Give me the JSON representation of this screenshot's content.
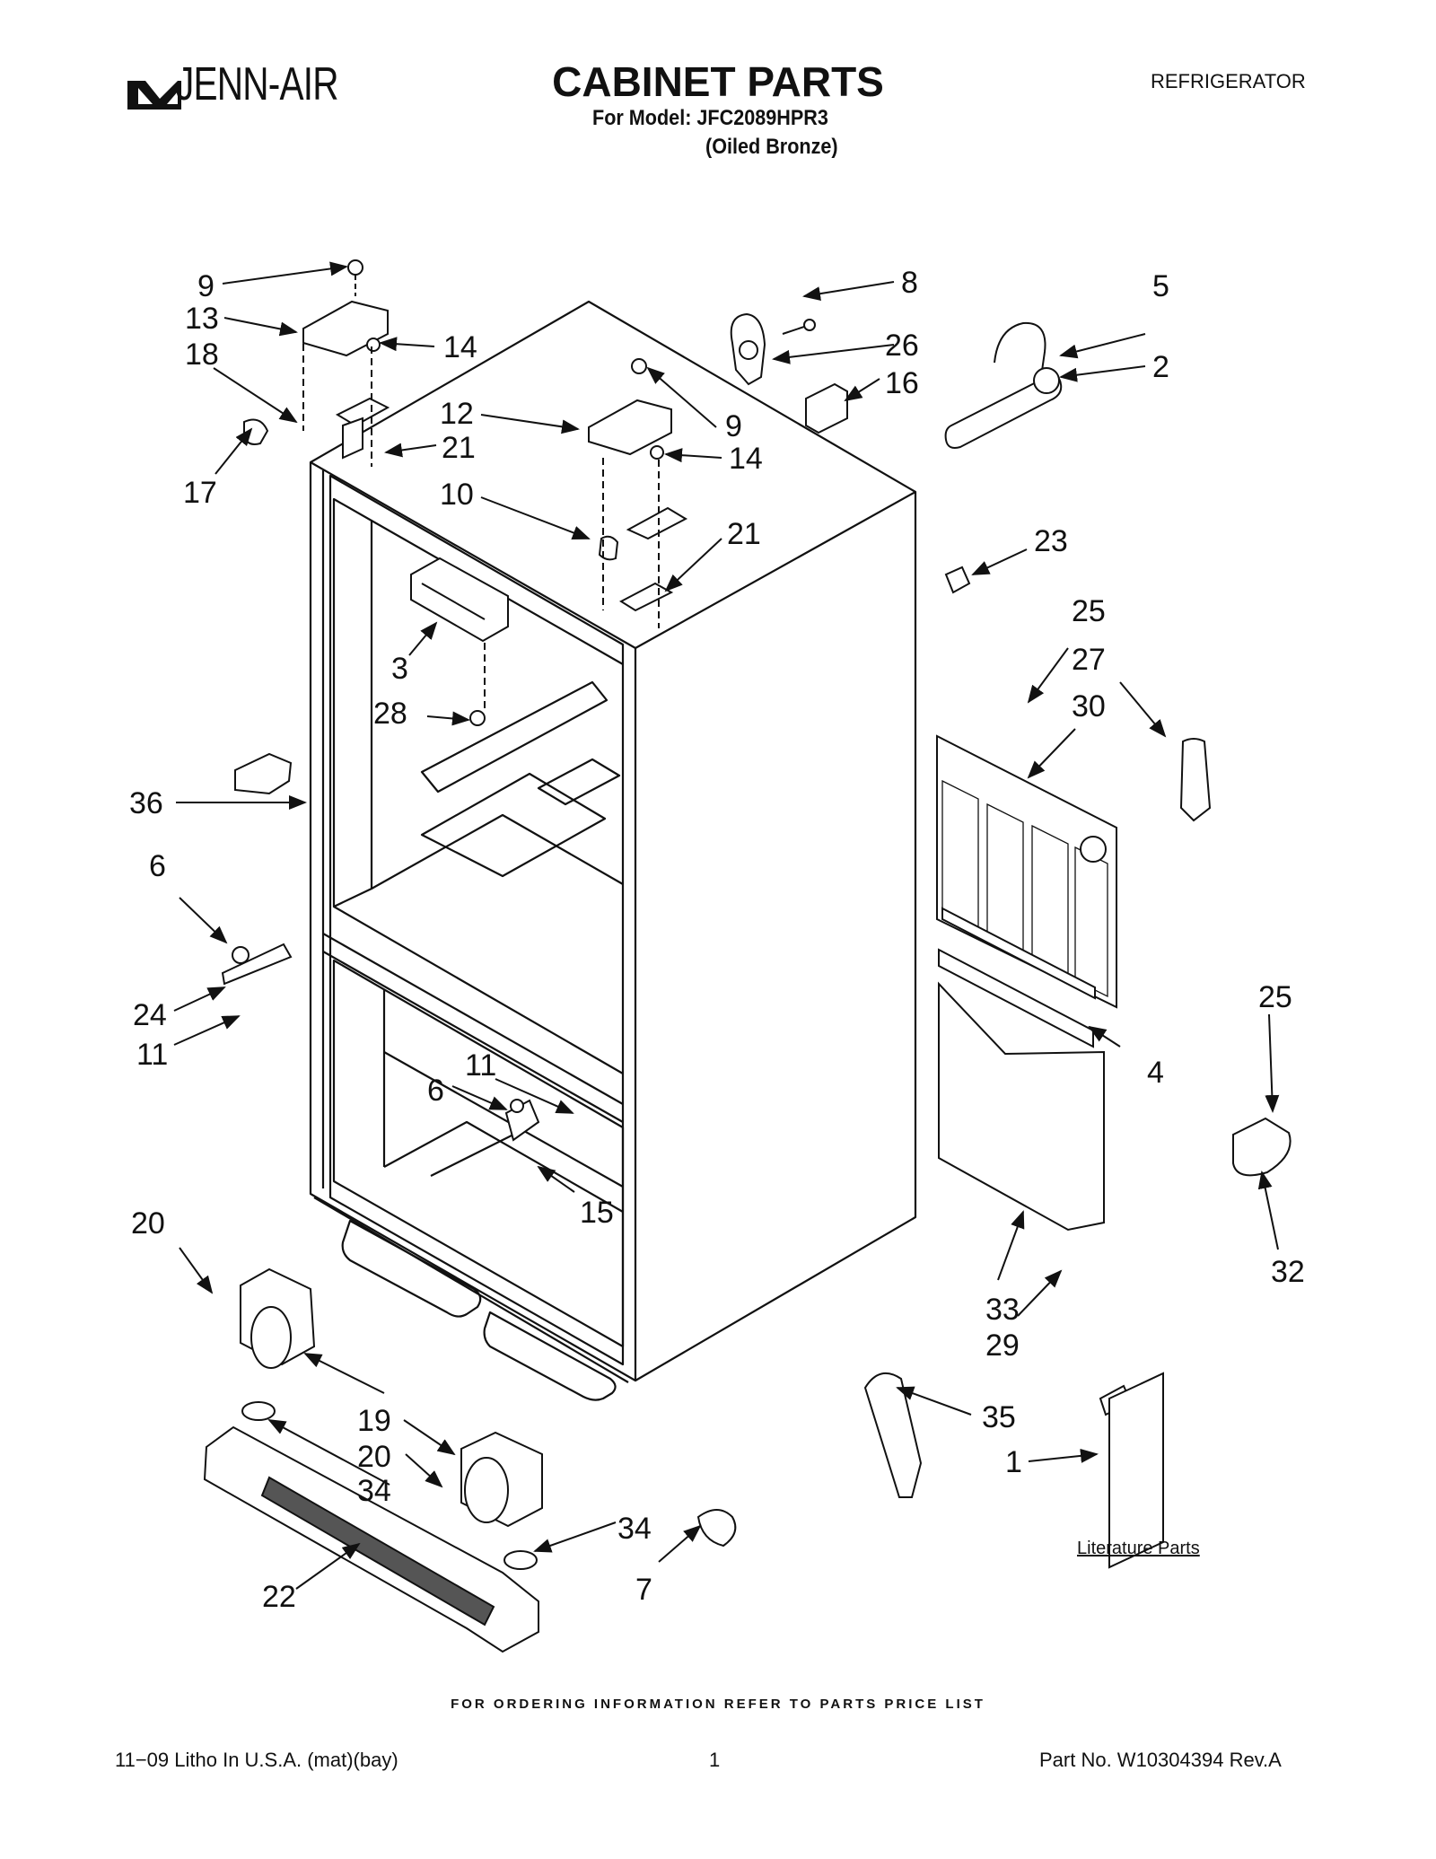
{
  "header": {
    "brand": "JENN-AIR",
    "title": "CABINET PARTS",
    "model_line": "For Model: JFC2089HPR3",
    "finish_line": "(Oiled Bronze)",
    "category": "REFRIGERATOR"
  },
  "diagram": {
    "callouts": [
      "9",
      "13",
      "18",
      "17",
      "14",
      "12",
      "21",
      "10",
      "8",
      "26",
      "16",
      "5",
      "2",
      "9",
      "14",
      "21",
      "23",
      "3",
      "28",
      "25",
      "27",
      "30",
      "36",
      "6",
      "24",
      "11",
      "11",
      "6",
      "15",
      "4",
      "25",
      "32",
      "20",
      "33",
      "29",
      "19",
      "20",
      "34",
      "35",
      "1",
      "34",
      "7",
      "22"
    ],
    "literature_label": "Literature Parts"
  },
  "footer": {
    "ordering_info": "FOR ORDERING INFORMATION REFER TO PARTS PRICE LIST",
    "litho": "11−09 Litho In U.S.A. (mat)(bay)",
    "page_number": "1",
    "part_number": "Part No. W10304394 Rev.A"
  }
}
